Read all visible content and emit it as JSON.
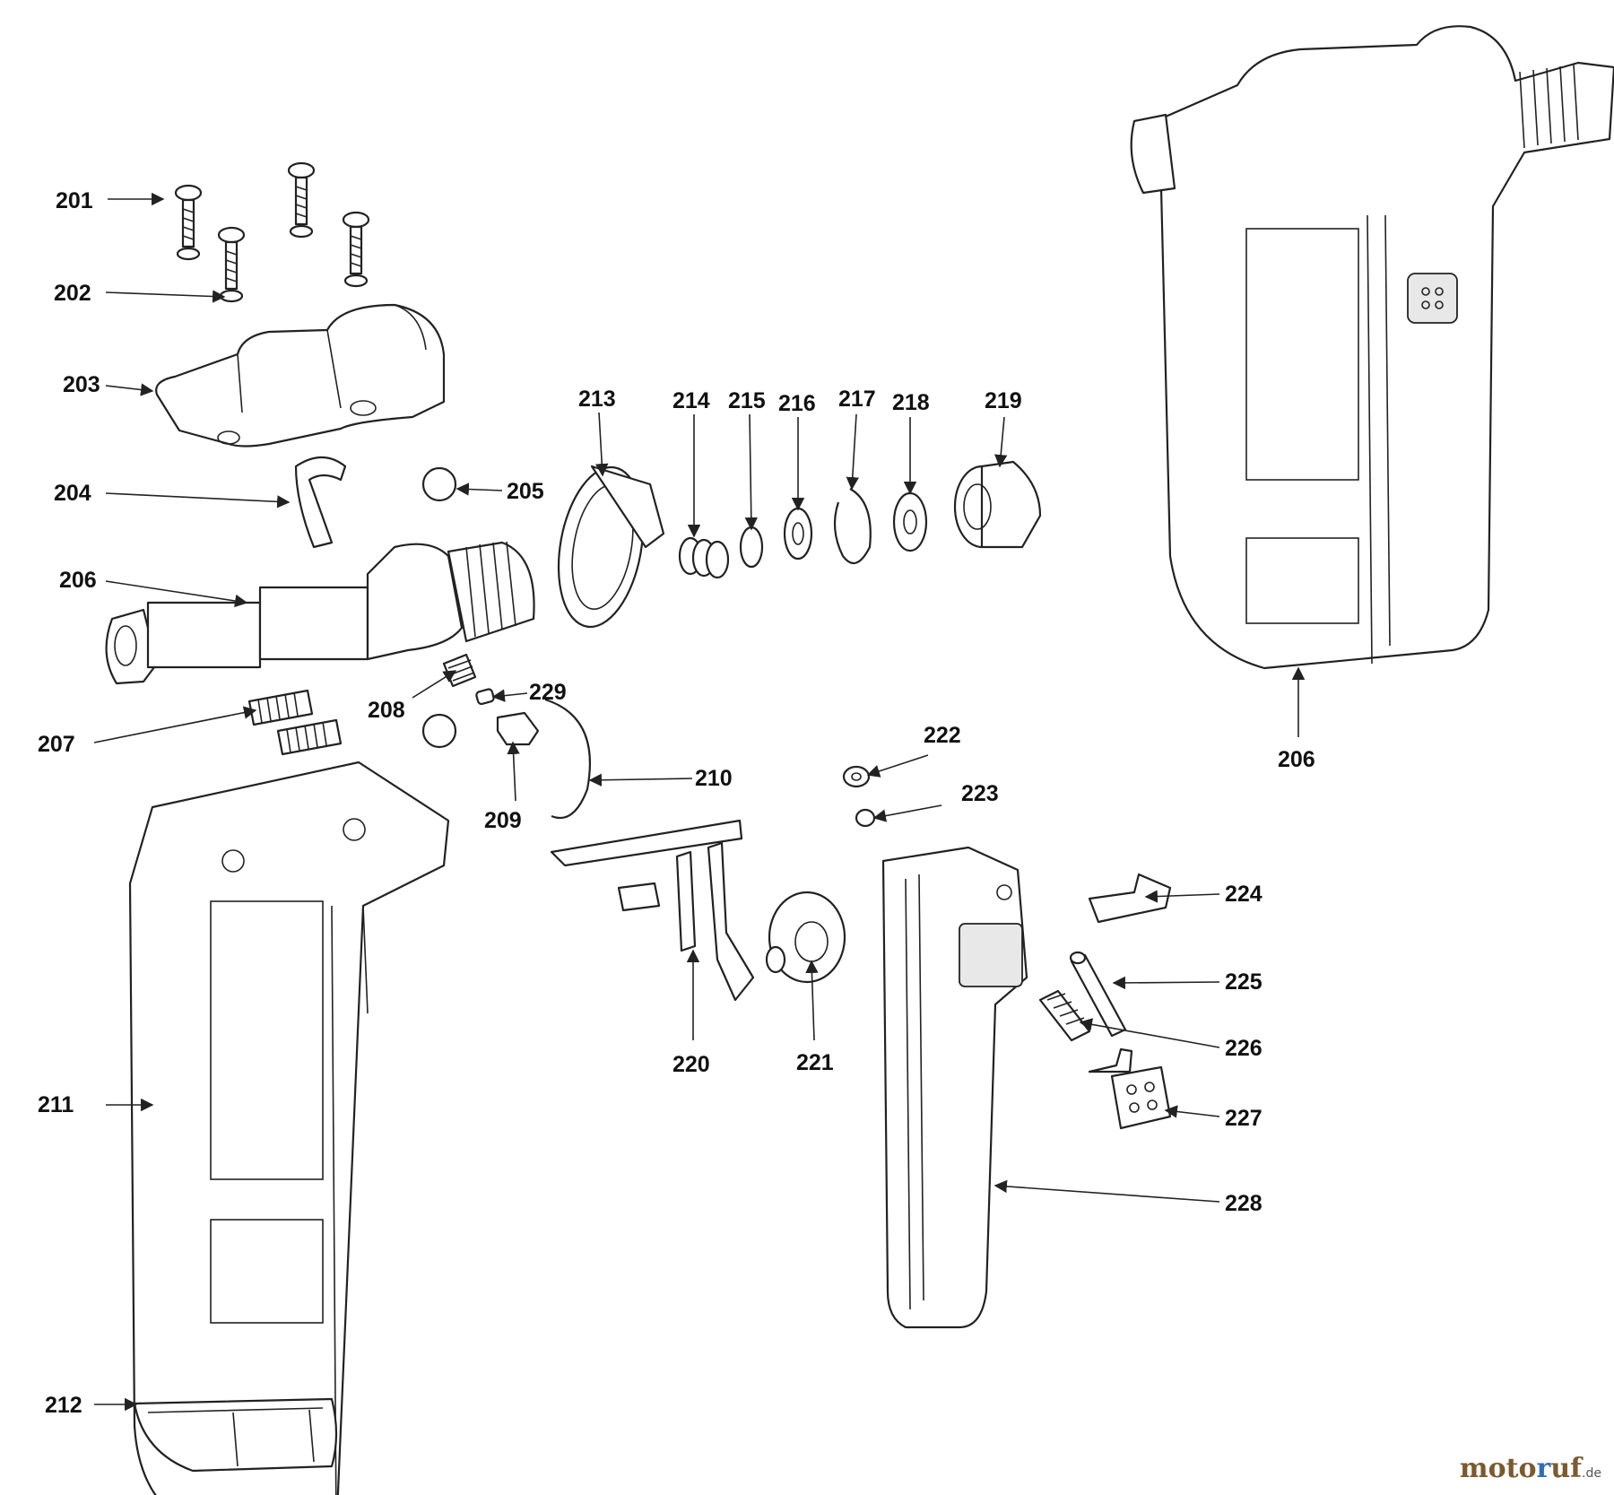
{
  "labels": [
    "201",
    "202",
    "203",
    "204",
    "205",
    "206",
    "207",
    "208",
    "229",
    "209",
    "210",
    "211",
    "212",
    "213",
    "214",
    "215",
    "216",
    "217",
    "218",
    "219",
    "206",
    "222",
    "223",
    "220",
    "221",
    "224",
    "225",
    "226",
    "227",
    "228"
  ],
  "watermark": {
    "part1": "moto",
    "part2": "r",
    "part3": "uf",
    "tld": ".de"
  },
  "colors": {
    "ink": "#222222",
    "watermark_brown": "#7a5a2e",
    "watermark_blue": "#2f6fb5"
  }
}
